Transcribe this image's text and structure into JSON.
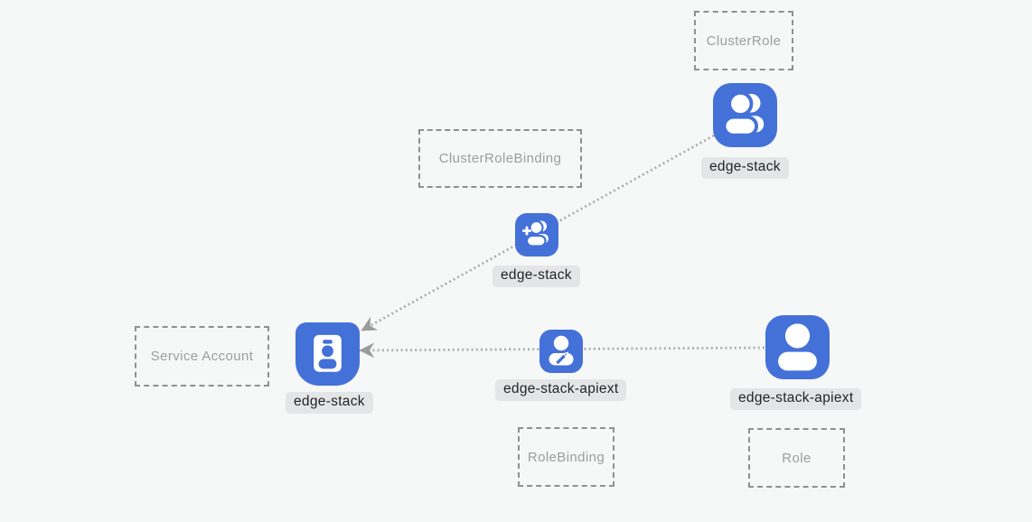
{
  "diagram_title": "RBAC resources diagram",
  "colors": {
    "background": "#f6f7f7",
    "accent": "#4471d8",
    "line": "#ababab",
    "arrow": "#9b9b9b",
    "box_border": "#8e9192",
    "box_text": "#9b9ea0",
    "label_bg": "#e4e5e6",
    "label_text": "#242424"
  },
  "kind_boxes": [
    {
      "id": "cluster-role",
      "label": "ClusterRole"
    },
    {
      "id": "cluster-role-binding",
      "label": "ClusterRoleBinding"
    },
    {
      "id": "service-account",
      "label": "Service Account"
    },
    {
      "id": "role-binding",
      "label": "RoleBinding"
    },
    {
      "id": "role",
      "label": "Role"
    }
  ],
  "nodes": [
    {
      "id": "cluster-role-node",
      "kind_box": "ClusterRole",
      "label": "edge-stack",
      "icon": "users-icon"
    },
    {
      "id": "cluster-role-binding-node",
      "kind_box": "ClusterRoleBinding",
      "label": "edge-stack",
      "icon": "user-plus-icon"
    },
    {
      "id": "service-account-node",
      "kind_box": "Service Account",
      "label": "edge-stack",
      "icon": "id-badge-icon"
    },
    {
      "id": "role-binding-node",
      "kind_box": "RoleBinding",
      "label": "edge-stack-apiext",
      "icon": "user-edit-icon"
    },
    {
      "id": "role-node",
      "kind_box": "Role",
      "label": "edge-stack-apiext",
      "icon": "user-icon"
    }
  ],
  "edges": [
    {
      "from": "cluster-role-node",
      "through": "cluster-role-binding-node",
      "to": "service-account-node",
      "style": "dotted-arrow"
    },
    {
      "from": "role-node",
      "through": "role-binding-node",
      "to": "service-account-node",
      "style": "dotted-arrow"
    }
  ]
}
